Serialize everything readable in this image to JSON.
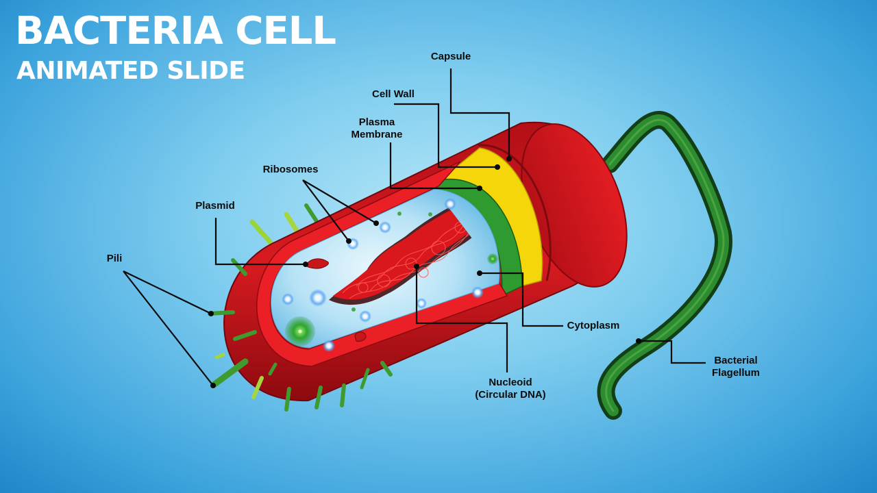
{
  "slide": {
    "title": "BACTERIA CELL",
    "subtitle": "ANIMATED SLIDE"
  },
  "labels": {
    "capsule": "Capsule",
    "cell_wall": "Cell Wall",
    "plasma_membrane": [
      "Plasma",
      "Membrane"
    ],
    "ribosomes": "Ribosomes",
    "plasmid": "Plasmid",
    "pili": "Pili",
    "cytoplasm": "Cytoplasm",
    "nucleoid": [
      "Nucleoid",
      "(Circular DNA)"
    ],
    "flagellum": [
      "Bacterial",
      "Flagellum"
    ]
  },
  "colors": {
    "capsule": "#c0121a",
    "cell_wall": "#f6d90c",
    "plasma_membrane": "#2a8e2c",
    "cytoplasm": "#9bd6f2",
    "nucleoid": "#cf1416",
    "pili": "#3c9b2e",
    "flagellum": "#1f6e26",
    "leader_line": "#0a0a0a"
  }
}
